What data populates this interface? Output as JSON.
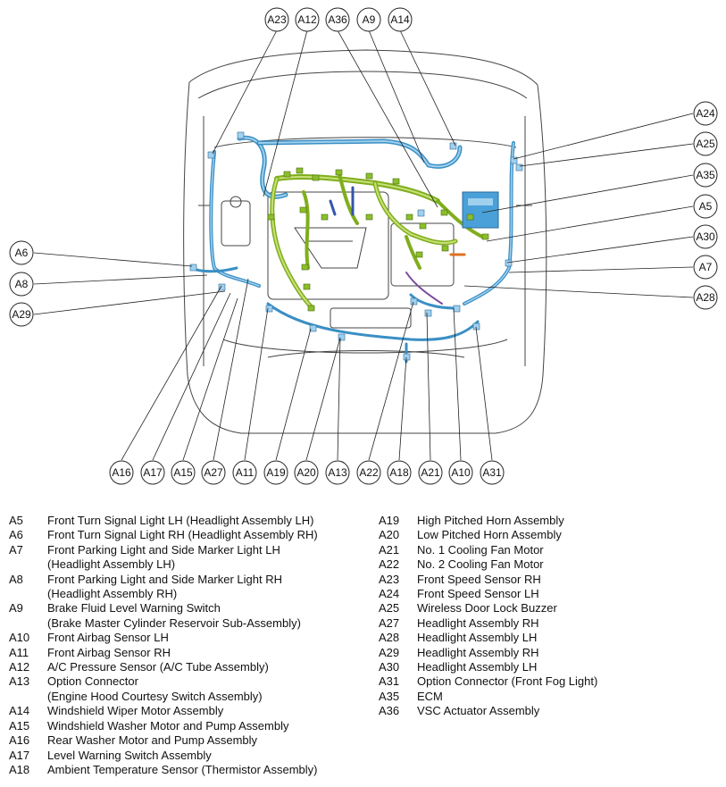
{
  "callouts": {
    "A23": "A23",
    "A12": "A12",
    "A36": "A36",
    "A9": "A9",
    "A14": "A14",
    "A24": "A24",
    "A25": "A25",
    "A35": "A35",
    "A5": "A5",
    "A30": "A30",
    "A7": "A7",
    "A28": "A28",
    "A6": "A6",
    "A8": "A8",
    "A29": "A29",
    "A16": "A16",
    "A17": "A17",
    "A15": "A15",
    "A27": "A27",
    "A11": "A11",
    "A19": "A19",
    "A20": "A20",
    "A13": "A13",
    "A22": "A22",
    "A18": "A18",
    "A21": "A21",
    "A10": "A10",
    "A31": "A31"
  },
  "colors": {
    "body_harness": "#3a8fc4",
    "body_harness_light": "#9fd0ee",
    "engine_harness": "#7fae1c",
    "engine_harness_light": "#c8e07a",
    "ecm_box": "#4aa0d8",
    "outline": "#444444"
  },
  "legend": {
    "left": [
      {
        "code": "A5",
        "lines": [
          "Front Turn Signal Light LH (Headlight Assembly LH)"
        ]
      },
      {
        "code": "A6",
        "lines": [
          "Front Turn Signal Light RH (Headlight Assembly RH)"
        ]
      },
      {
        "code": "A7",
        "lines": [
          "Front Parking Light and Side Marker Light LH",
          "(Headlight Assembly LH)"
        ]
      },
      {
        "code": "A8",
        "lines": [
          "Front Parking Light and Side Marker Light RH",
          "(Headlight Assembly RH)"
        ]
      },
      {
        "code": "A9",
        "lines": [
          "Brake Fluid Level Warning Switch",
          "(Brake Master Cylinder Reservoir Sub-Assembly)"
        ]
      },
      {
        "code": "A10",
        "lines": [
          "Front Airbag Sensor LH"
        ]
      },
      {
        "code": "A11",
        "lines": [
          "Front Airbag Sensor RH"
        ]
      },
      {
        "code": "A12",
        "lines": [
          "A/C Pressure Sensor (A/C Tube Assembly)"
        ]
      },
      {
        "code": "A13",
        "lines": [
          "Option Connector",
          "(Engine Hood Courtesy Switch Assembly)"
        ]
      },
      {
        "code": "A14",
        "lines": [
          "Windshield Wiper Motor Assembly"
        ]
      },
      {
        "code": "A15",
        "lines": [
          "Windshield Washer Motor and Pump Assembly"
        ]
      },
      {
        "code": "A16",
        "lines": [
          "Rear Washer Motor and Pump Assembly"
        ]
      },
      {
        "code": "A17",
        "lines": [
          "Level Warning Switch Assembly"
        ]
      },
      {
        "code": "A18",
        "lines": [
          "Ambient Temperature Sensor (Thermistor Assembly)"
        ]
      }
    ],
    "right": [
      {
        "code": "A19",
        "lines": [
          "High Pitched Horn Assembly"
        ]
      },
      {
        "code": "A20",
        "lines": [
          "Low Pitched Horn Assembly"
        ]
      },
      {
        "code": "A21",
        "lines": [
          "No. 1 Cooling Fan Motor"
        ]
      },
      {
        "code": "A22",
        "lines": [
          "No. 2 Cooling Fan Motor"
        ]
      },
      {
        "code": "A23",
        "lines": [
          "Front Speed Sensor RH"
        ]
      },
      {
        "code": "A24",
        "lines": [
          "Front Speed Sensor LH"
        ]
      },
      {
        "code": "A25",
        "lines": [
          "Wireless Door Lock Buzzer"
        ]
      },
      {
        "code": "A27",
        "lines": [
          "Headlight Assembly RH"
        ]
      },
      {
        "code": "A28",
        "lines": [
          "Headlight Assembly LH"
        ]
      },
      {
        "code": "A29",
        "lines": [
          "Headlight Assembly RH"
        ]
      },
      {
        "code": "A30",
        "lines": [
          "Headlight Assembly LH"
        ]
      },
      {
        "code": "A31",
        "lines": [
          "Option Connector (Front Fog Light)"
        ]
      },
      {
        "code": "A35",
        "lines": [
          "ECM"
        ]
      },
      {
        "code": "A36",
        "lines": [
          "VSC Actuator Assembly"
        ]
      }
    ]
  }
}
